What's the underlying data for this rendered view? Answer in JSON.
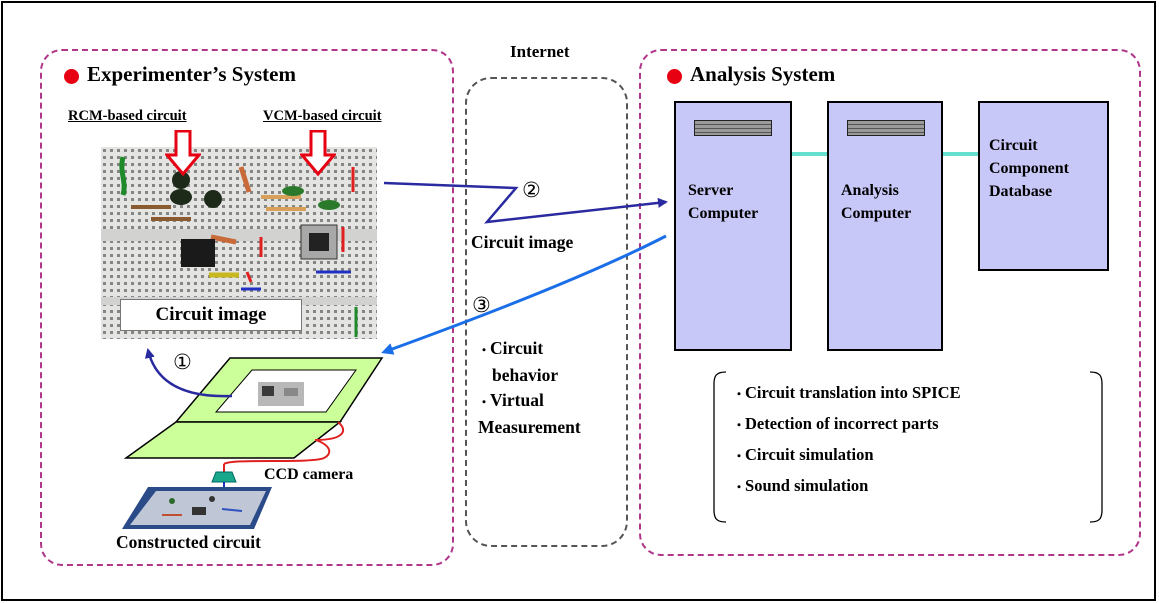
{
  "colors": {
    "system_border": "#b0368a",
    "internet_border": "#555555",
    "computer_fill": "#c8c8f8",
    "link_line": "#66e0cc",
    "arrow_dark": "#2a2aa0",
    "arrow_light": "#1a6fe8",
    "red_dot": "#e60012",
    "red_arrow": "#e60012"
  },
  "experimenter": {
    "title": "Experimenter’s System",
    "rcm_label": "RCM-based circuit",
    "vcm_label": "VCM-based circuit",
    "circuit_image_label": "Circuit image",
    "step1": "①",
    "ccd_label": "CCD camera",
    "constructed_label": "Constructed circuit"
  },
  "internet": {
    "title": "Internet",
    "step2": "②",
    "circuit_image_label": "Circuit image",
    "step3": "③",
    "items": [
      "Circuit",
      "behavior",
      "Virtual",
      "Measurement"
    ]
  },
  "analysis": {
    "title": "Analysis System",
    "server": [
      "Server",
      "Computer"
    ],
    "analysis_computer": [
      "Analysis",
      "Computer"
    ],
    "database": [
      "Circuit",
      "Component",
      "Database"
    ],
    "functions": [
      "Circuit translation into SPICE",
      "Detection of incorrect parts",
      "Circuit simulation",
      "Sound simulation"
    ]
  }
}
